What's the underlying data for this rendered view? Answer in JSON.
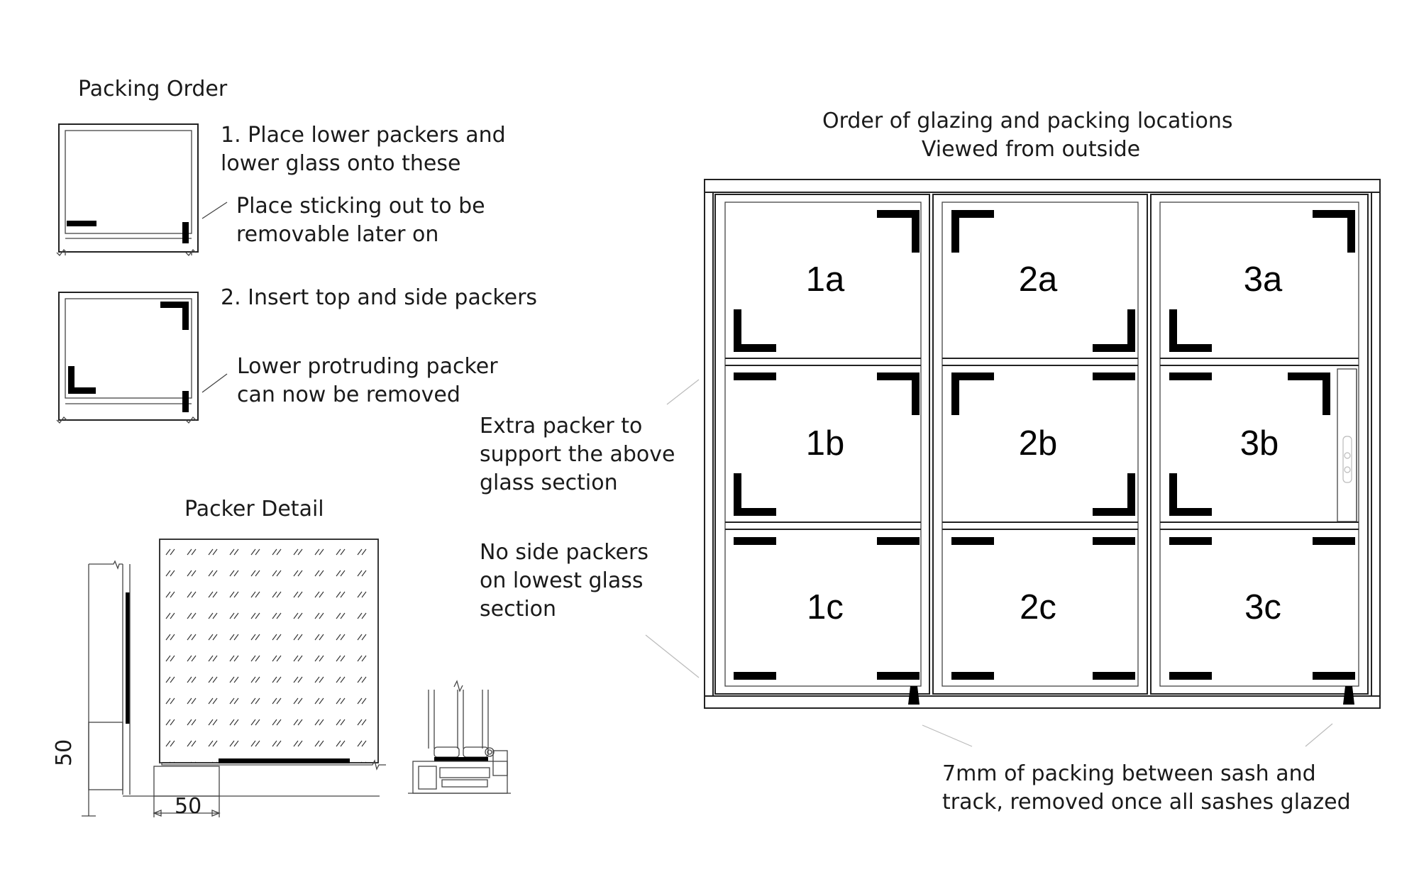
{
  "packing_order": {
    "title": "Packing Order",
    "step1": [
      "1. Place lower packers and",
      "lower glass onto these"
    ],
    "note1": [
      "Place sticking out to be",
      "removable later on"
    ],
    "step2": "2. Insert top and side packers",
    "note2": [
      "Lower protruding packer",
      "can now be removed"
    ]
  },
  "packer_detail": {
    "title": "Packer Detail",
    "dim_vertical": "50",
    "dim_horizontal": "50"
  },
  "glazing": {
    "title": [
      "Order of glazing and packing locations",
      "Viewed from outside"
    ],
    "panes": {
      "p1a": "1a",
      "p2a": "2a",
      "p3a": "3a",
      "p1b": "1b",
      "p2b": "2b",
      "p3b": "3b",
      "p1c": "1c",
      "p2c": "2c",
      "p3c": "3c"
    },
    "note_extra": [
      "Extra packer to",
      "support the above",
      "glass section"
    ],
    "note_no_side": [
      "No side packers",
      "on lowest glass",
      "section"
    ],
    "note_bottom": [
      "7mm of packing between sash and",
      "track, removed once all sashes glazed"
    ]
  },
  "colors": {
    "line": "#222222",
    "packer": "#000000",
    "background": "#ffffff"
  }
}
